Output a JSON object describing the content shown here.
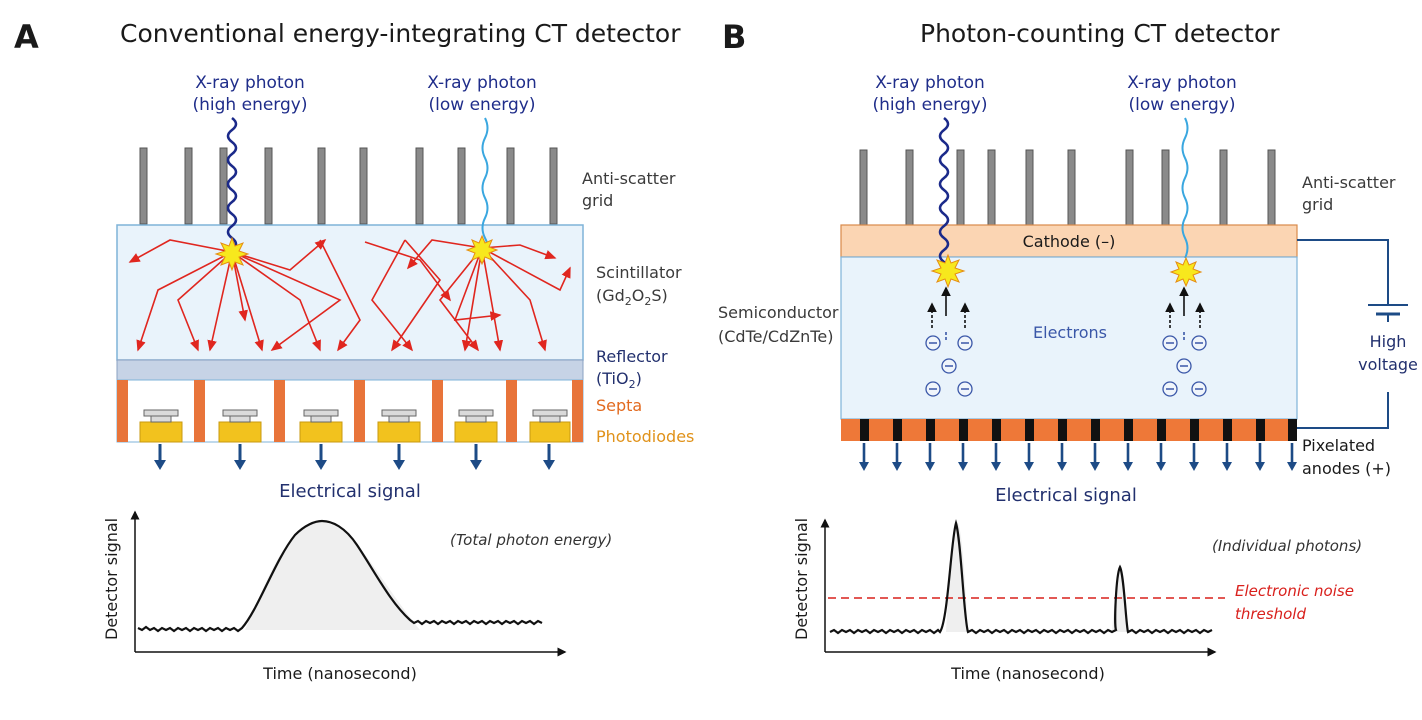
{
  "panel_a": {
    "letter": "A",
    "title": "Conventional energy-integrating CT detector",
    "photon_high_l1": "X-ray photon",
    "photon_high_l2": "(high energy)",
    "photon_low_l1": "X-ray photon",
    "photon_low_l2": "(low energy)",
    "grid_l1": "Anti-scatter",
    "grid_l2": "grid",
    "scint_l1": "Scintillator",
    "scint_l2": "(Gd",
    "scint_sub1": "2",
    "scint_mid": "O",
    "scint_sub2": "2",
    "scint_end": "S)",
    "refl_l1": "Reflector",
    "refl_l2": "(TiO",
    "refl_sub": "2",
    "refl_end": ")",
    "septa": "Septa",
    "photodiodes": "Photodiodes",
    "signal": "Electrical signal",
    "plot_note": "(Total photon energy)",
    "ylabel": "Detector signal",
    "xlabel": "Time (nanosecond)"
  },
  "panel_b": {
    "letter": "B",
    "title": "Photon-counting CT detector",
    "photon_high_l1": "X-ray photon",
    "photon_high_l2": "(high energy)",
    "photon_low_l1": "X-ray photon",
    "photon_low_l2": "(low energy)",
    "grid_l1": "Anti-scatter",
    "grid_l2": "grid",
    "cathode": "Cathode (–)",
    "semi_l1": "Semiconductor",
    "semi_l2": "(CdTe/CdZnTe)",
    "electrons": "Electrons",
    "hv_l1": "High",
    "hv_l2": "voltage",
    "anodes_l1": "Pixelated",
    "anodes_l2": "anodes (+)",
    "signal": "Electrical signal",
    "plot_note": "(Individual photons)",
    "threshold_l1": "Electronic noise",
    "threshold_l2": "threshold",
    "ylabel": "Detector signal",
    "xlabel": "Time (nanosecond)"
  },
  "colors": {
    "photon_high": "#1b2a8a",
    "photon_low": "#3aa7e0",
    "scintillator_fill": "#e9f3fb",
    "reflector": "#c6d3e6",
    "septa": "#e8743a",
    "photodiode": "#f2c21e",
    "light_rays": "#e0261f",
    "cathode": "#fbd5b3",
    "anode_strip": "#ee7838",
    "arrow": "#1d4b86",
    "threshold": "#d9201c"
  }
}
